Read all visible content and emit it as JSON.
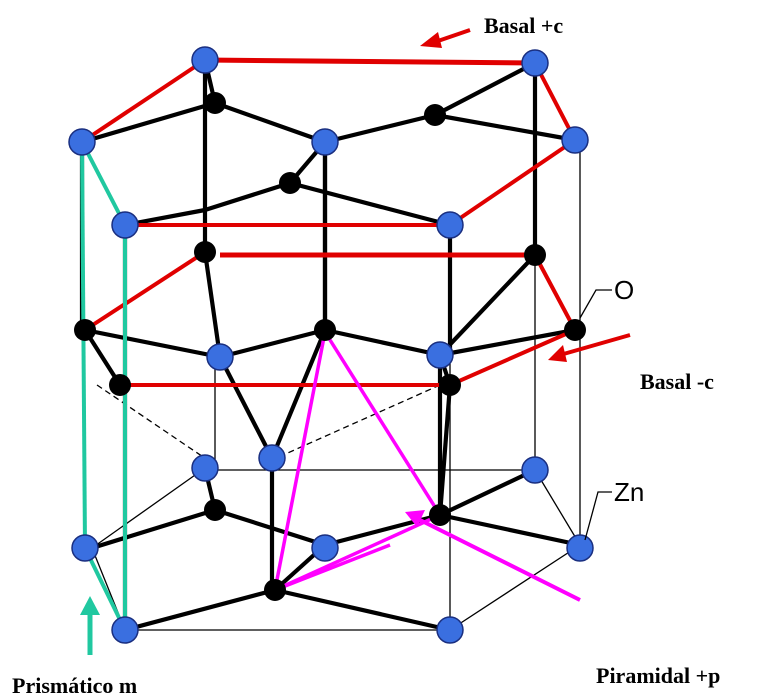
{
  "labels": {
    "basal_plus_c": "Basal +c",
    "basal_minus_c": "Basal -c",
    "piramidal": "Piramidal +p",
    "prismatico": "Prismático m",
    "oxygen": "O",
    "zinc": "Zn"
  },
  "colors": {
    "zn_atom": "#3a6fe0",
    "o_atom": "#000000",
    "bond": "#000000",
    "basal_plane": "#e00000",
    "pyramidal_plane": "#ff00ff",
    "prismatic_plane": "#20c8a0"
  }
}
